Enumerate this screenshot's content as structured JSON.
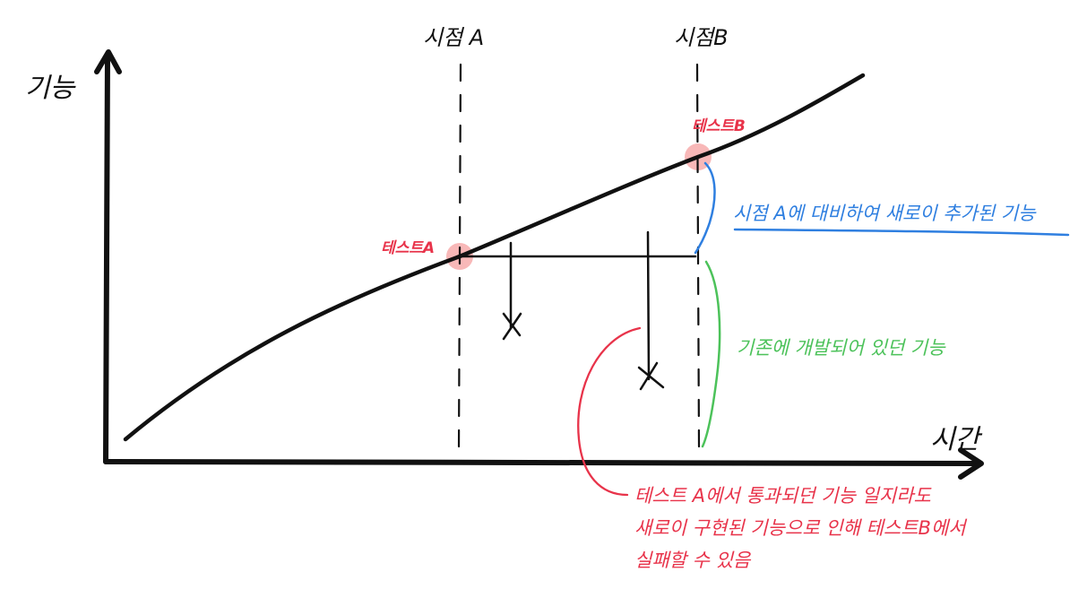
{
  "axes": {
    "y_label": "기능",
    "x_label": "시간"
  },
  "time_markers": [
    {
      "label": "시점 A"
    },
    {
      "label": "시점B"
    }
  ],
  "tests": [
    {
      "label": "테스트A"
    },
    {
      "label": "테스트B"
    }
  ],
  "annotations": {
    "new_features": "시점 A에 대비하여 새로이 추가된 기능",
    "existing_features": "기존에 개발되어 있던 기능",
    "failure_note": [
      "테스트 A에서 통과되던 기능 일지라도",
      "새로이 구현된 기능으로 인해 테스트B에서",
      "실패할 수 있음"
    ]
  },
  "colors": {
    "ink": "#111111",
    "red": "#e8334a",
    "blue": "#2f7fe0",
    "green": "#4cc25a",
    "highlight": "#f5a0a0"
  }
}
